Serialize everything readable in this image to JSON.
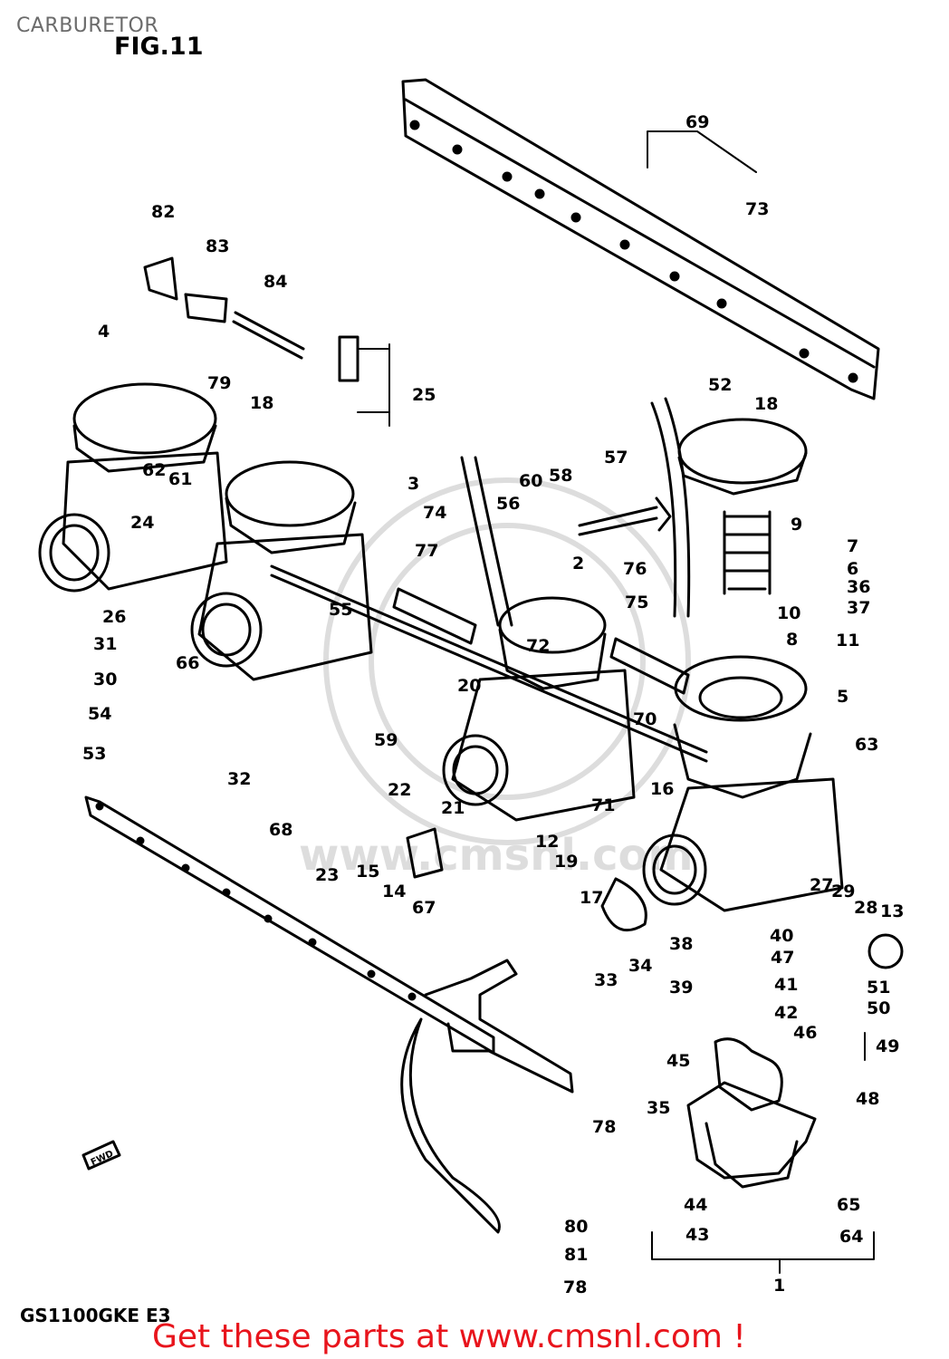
{
  "header": {
    "title": "CARBURETOR",
    "figure": "FIG.11"
  },
  "model_code": "GS1100GKE E3",
  "promo_text": "Get these parts at www.cmsnl.com !",
  "fwd_label": "FWD",
  "watermark_text": "www.cmsnl.com",
  "part_numbers": [
    "1",
    "2",
    "3",
    "4",
    "5",
    "6",
    "7",
    "8",
    "9",
    "10",
    "11",
    "12",
    "13",
    "14",
    "15",
    "16",
    "17",
    "18",
    "18",
    "19",
    "20",
    "21",
    "22",
    "23",
    "24",
    "25",
    "26",
    "27",
    "28",
    "29",
    "30",
    "31",
    "32",
    "33",
    "34",
    "35",
    "36",
    "37",
    "38",
    "39",
    "40",
    "41",
    "42",
    "43",
    "44",
    "45",
    "46",
    "47",
    "48",
    "49",
    "50",
    "51",
    "52",
    "53",
    "54",
    "55",
    "56",
    "57",
    "58",
    "59",
    "60",
    "61",
    "62",
    "63",
    "64",
    "65",
    "66",
    "67",
    "68",
    "69",
    "70",
    "71",
    "72",
    "73",
    "74",
    "75",
    "76",
    "77",
    "78",
    "78",
    "79",
    "80",
    "81",
    "82",
    "83",
    "84"
  ],
  "colors": {
    "line": "#000000",
    "promo": "#e8141c",
    "header": "#6b6b6b",
    "background": "#ffffff",
    "watermark": "#c9c9c9"
  }
}
